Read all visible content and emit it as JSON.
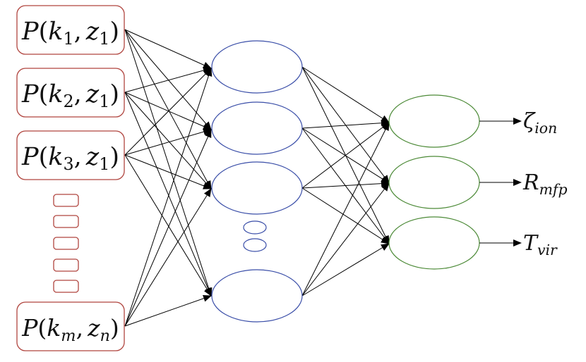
{
  "colors": {
    "input": "#b0453f",
    "hidden": "#3a4ea8",
    "output": "#4c8a37",
    "edge": "#000000"
  },
  "inputs": [
    {
      "func": "P",
      "k": "1",
      "z": "1"
    },
    {
      "func": "P",
      "k": "2",
      "z": "1"
    },
    {
      "func": "P",
      "k": "3",
      "z": "1"
    },
    {
      "func": "P",
      "k": "m",
      "z": "n"
    }
  ],
  "outputs": [
    {
      "sym": "ζ",
      "sub": "ion"
    },
    {
      "sym": "R",
      "sub": "mfp"
    },
    {
      "sym": "T",
      "sub": "vir"
    }
  ]
}
